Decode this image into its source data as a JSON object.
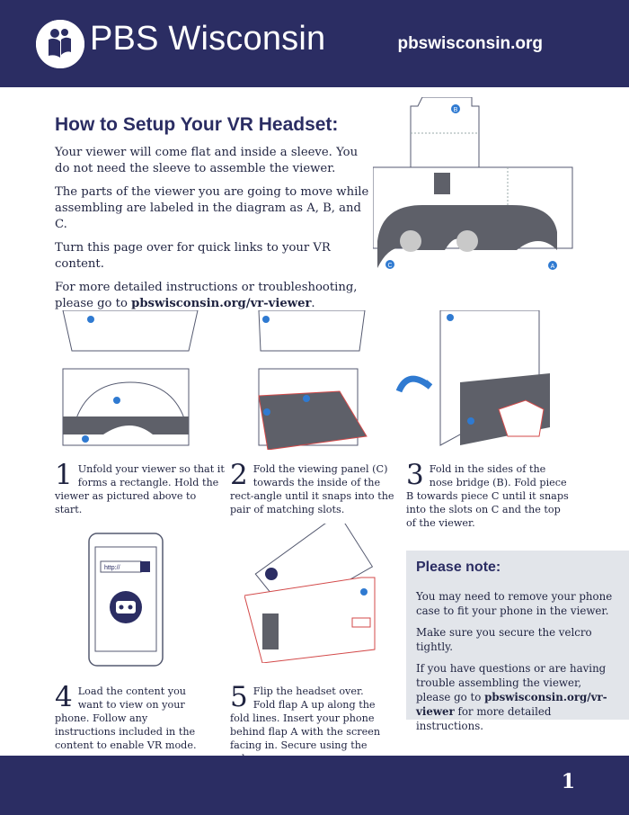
{
  "header": {
    "brand": "PBS Wisconsin",
    "site": "pbswisconsin.org"
  },
  "title": "How to Setup Your VR Headset:",
  "intro": {
    "p1": "Your viewer will come flat and inside a sleeve. You do not need the sleeve to assemble the viewer.",
    "p2": "The parts of the viewer you are going to move while assembling are labeled in the diagram as A, B, and C.",
    "p3": "Turn this page over for quick links to your VR content.",
    "p4_prefix": "For more detailed instructions or troubleshooting, please go to ",
    "p4_link": "pbswisconsin.org/vr-viewer",
    "p4_suffix": "."
  },
  "diagram_labels": {
    "a": "A",
    "b": "B",
    "c": "C"
  },
  "phone": {
    "url": "http://"
  },
  "steps": [
    {
      "num": "1",
      "text": "Unfold your viewer so that it forms a rectangle. Hold the viewer as pictured above to start."
    },
    {
      "num": "2",
      "text": "Fold the viewing panel (C) towards the inside of the rect-angle until it snaps into the pair of matching slots."
    },
    {
      "num": "3",
      "text": "Fold in the sides of the nose bridge (B). Fold piece B towards piece C until it snaps into the slots on C and the top of the viewer."
    },
    {
      "num": "4",
      "text": "Load the content you want to view on your phone. Follow any instructions included in the content to enable VR mode."
    },
    {
      "num": "5",
      "text": "Flip the headset over. Fold flap A up along the fold lines. Insert your phone behind flap A with the screen facing in. Secure using the velcro."
    }
  ],
  "note": {
    "title": "Please note:",
    "p1": "You may need to remove your phone case to fit your phone in the viewer.",
    "p2": "Make sure you secure the velcro tightly.",
    "p3_prefix": "If you have questions or are having trouble assembling the viewer, please go to ",
    "p3_link": "pbswisconsin.org/vr-viewer",
    "p3_suffix": " for more detailed instructions."
  },
  "page_number": "1",
  "colors": {
    "navy": "#2b2d63",
    "note_bg": "#e2e5ea",
    "accent_blue": "#2f7ad1",
    "cardboard_gray": "#5e6069",
    "fold_red": "#d34a4a"
  }
}
